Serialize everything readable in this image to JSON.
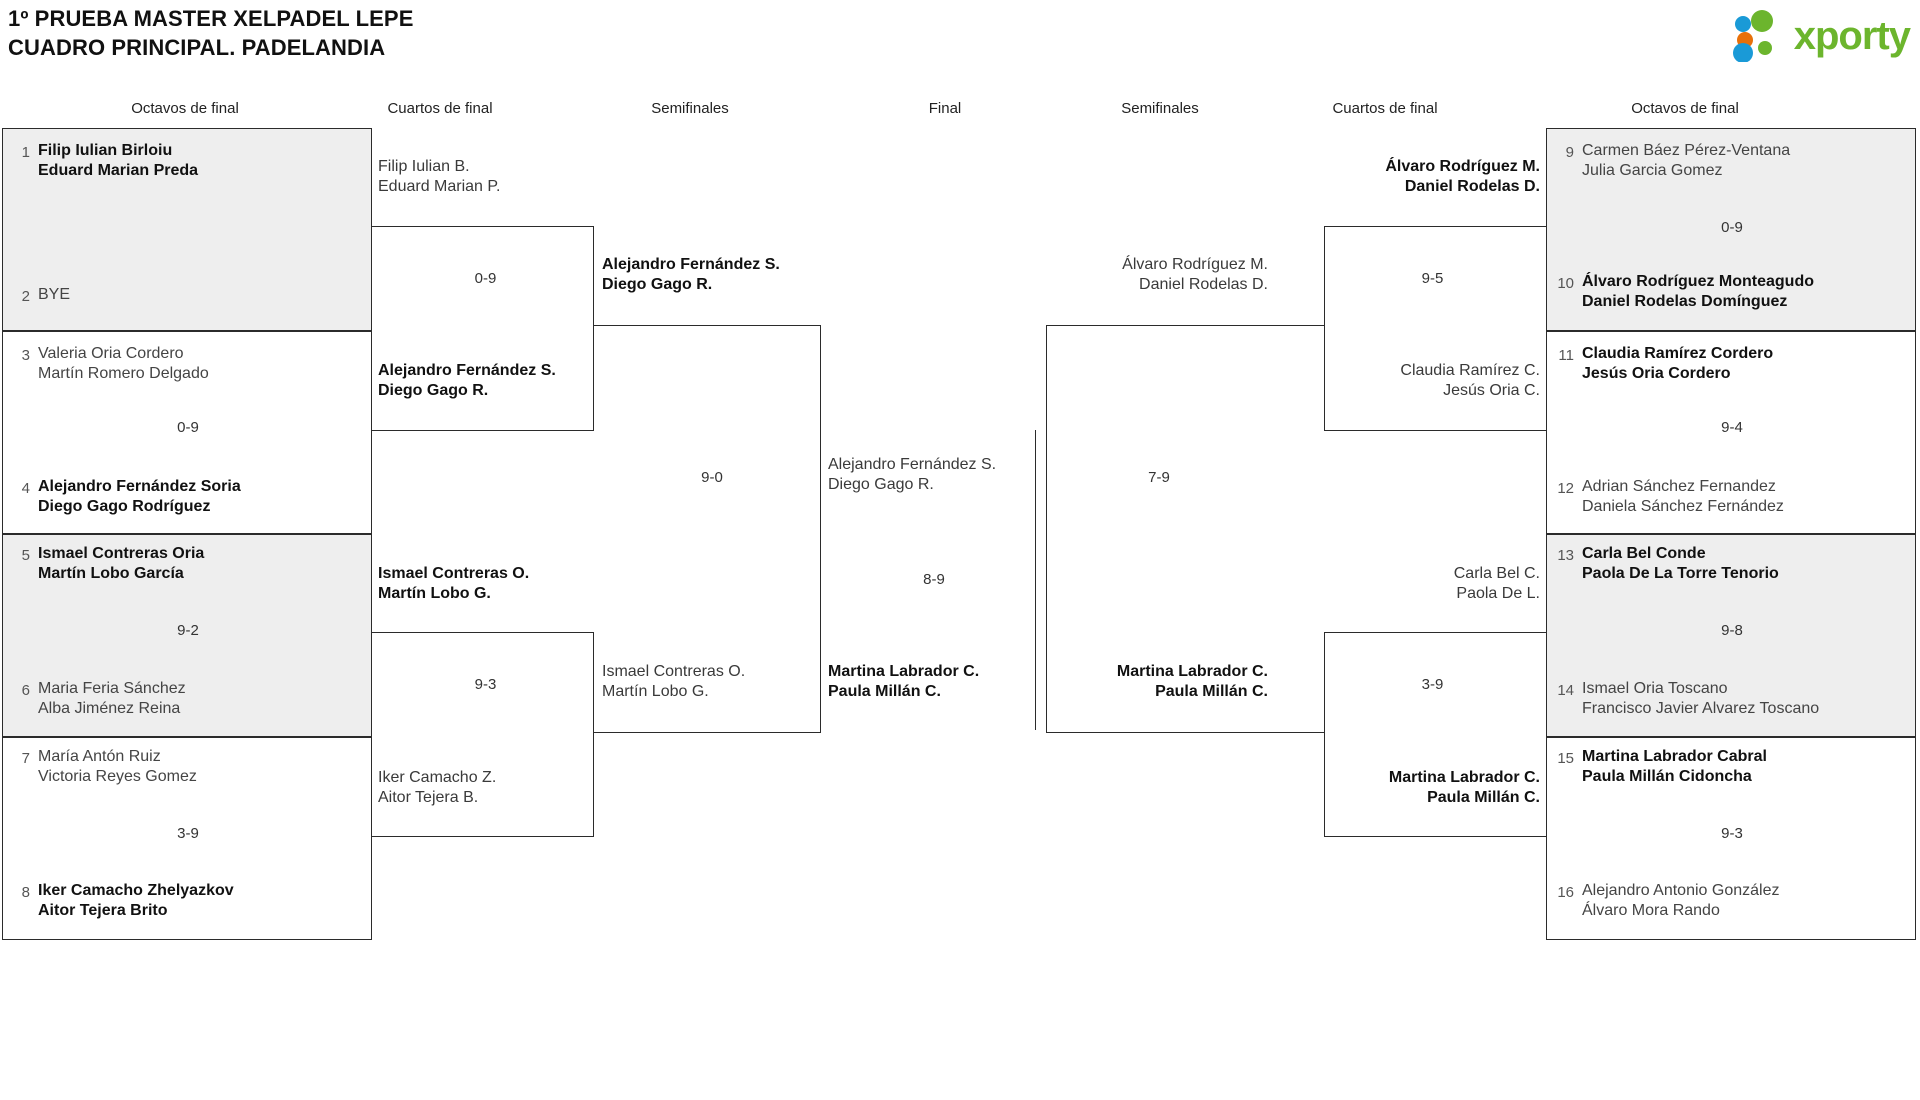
{
  "header": {
    "title_line1": "1º PRUEBA MASTER XELPADEL LEPE",
    "title_line2": "CUADRO PRINCIPAL. PADELANDIA",
    "logo_text": "xporty",
    "logo_colors": {
      "green": "#6cb52d",
      "blue": "#1a9ad7",
      "orange": "#e8700a"
    }
  },
  "round_headers": {
    "left_r16": "Octavos de final",
    "left_qf": "Cuartos de final",
    "left_sf": "Semifinales",
    "final": "Final",
    "right_sf": "Semifinales",
    "right_qf": "Cuartos de final",
    "right_r16": "Octavos de final"
  },
  "chart_data": {
    "type": "table",
    "title": "1º PRUEBA MASTER XELPADEL LEPE - CUADRO PRINCIPAL. PADELANDIA",
    "bracket_size": 16,
    "champion": "Martina Labrador C. / Paula Millán C."
  },
  "left": {
    "seeds": [
      {
        "no": "1",
        "line1": "Filip Iulian Birloiu",
        "line2": "Eduard Marian Preda",
        "result": "win",
        "shade": "grey"
      },
      {
        "no": "2",
        "line1": "BYE",
        "line2": "",
        "result": "lose",
        "shade": "grey"
      },
      {
        "no": "3",
        "line1": "Valeria Oria Cordero",
        "line2": "Martín Romero Delgado",
        "result": "lose",
        "shade": "white"
      },
      {
        "no": "4",
        "line1": "Alejandro Fernández Soria",
        "line2": "Diego Gago Rodríguez",
        "result": "win",
        "shade": "white"
      },
      {
        "no": "5",
        "line1": "Ismael Contreras Oria",
        "line2": "Martín Lobo García",
        "result": "win",
        "shade": "grey"
      },
      {
        "no": "6",
        "line1": "Maria Feria Sánchez",
        "line2": "Alba Jiménez Reina",
        "result": "lose",
        "shade": "grey"
      },
      {
        "no": "7",
        "line1": "María Antón Ruiz",
        "line2": "Victoria Reyes Gomez",
        "result": "lose",
        "shade": "white"
      },
      {
        "no": "8",
        "line1": "Iker Camacho Zhelyazkov",
        "line2": "Aitor Tejera Brito",
        "result": "win",
        "shade": "white"
      }
    ],
    "r16_scores": [
      "",
      "0-9",
      "9-2",
      "3-9"
    ],
    "qf": [
      {
        "line1": "Filip Iulian B.",
        "line2": "Eduard Marian P.",
        "result": "lose"
      },
      {
        "line1": "Alejandro Fernández S.",
        "line2": "Diego Gago R.",
        "result": "win"
      },
      {
        "line1": "Ismael Contreras O.",
        "line2": "Martín Lobo G.",
        "result": "win"
      },
      {
        "line1": "Iker Camacho Z.",
        "line2": "Aitor Tejera B.",
        "result": "lose"
      }
    ],
    "qf_scores": [
      "0-9",
      "9-3"
    ],
    "sf": [
      {
        "line1": "Alejandro Fernández S.",
        "line2": "Diego Gago R.",
        "result": "win"
      },
      {
        "line1": "Ismael Contreras O.",
        "line2": "Martín Lobo G.",
        "result": "lose"
      }
    ],
    "sf_score": "9-0",
    "finalist": {
      "line1": "Alejandro Fernández S.",
      "line2": "Diego Gago R.",
      "result": "lose"
    }
  },
  "final": {
    "score": "8-9"
  },
  "right": {
    "seeds": [
      {
        "no": "9",
        "line1": "Carmen Báez Pérez-Ventana",
        "line2": "Julia Garcia Gomez",
        "result": "lose",
        "shade": "grey"
      },
      {
        "no": "10",
        "line1": "Álvaro Rodríguez Monteagudo",
        "line2": "Daniel Rodelas Domínguez",
        "result": "win",
        "shade": "grey"
      },
      {
        "no": "11",
        "line1": "Claudia Ramírez Cordero",
        "line2": "Jesús Oria Cordero",
        "result": "win",
        "shade": "white"
      },
      {
        "no": "12",
        "line1": "Adrian Sánchez Fernandez",
        "line2": "Daniela Sánchez Fernández",
        "result": "lose",
        "shade": "white"
      },
      {
        "no": "13",
        "line1": "Carla Bel Conde",
        "line2": "Paola De La Torre Tenorio",
        "result": "win",
        "shade": "grey"
      },
      {
        "no": "14",
        "line1": "Ismael Oria Toscano",
        "line2": "Francisco Javier Alvarez Toscano",
        "result": "lose",
        "shade": "grey"
      },
      {
        "no": "15",
        "line1": "Martina Labrador Cabral",
        "line2": "Paula Millán Cidoncha",
        "result": "win",
        "shade": "white"
      },
      {
        "no": "16",
        "line1": "Alejandro Antonio González",
        "line2": "Álvaro Mora Rando",
        "result": "lose",
        "shade": "white"
      }
    ],
    "r16_scores": [
      "0-9",
      "9-4",
      "9-8",
      "9-3"
    ],
    "qf": [
      {
        "line1": "Álvaro Rodríguez M.",
        "line2": "Daniel Rodelas D.",
        "result": "win"
      },
      {
        "line1": "Claudia Ramírez C.",
        "line2": "Jesús Oria C.",
        "result": "lose"
      },
      {
        "line1": "Carla Bel C.",
        "line2": "Paola De L.",
        "result": "lose"
      },
      {
        "line1": "Martina Labrador C.",
        "line2": "Paula Millán C.",
        "result": "win"
      }
    ],
    "qf_scores": [
      "9-5",
      "3-9"
    ],
    "sf": [
      {
        "line1": "Álvaro Rodríguez M.",
        "line2": "Daniel Rodelas D.",
        "result": "lose"
      },
      {
        "line1": "Martina Labrador C.",
        "line2": "Paula Millán C.",
        "result": "win"
      }
    ],
    "sf_score": "7-9",
    "finalist": {
      "line1": "Martina Labrador C.",
      "line2": "Paula Millán C.",
      "result": "win"
    }
  }
}
